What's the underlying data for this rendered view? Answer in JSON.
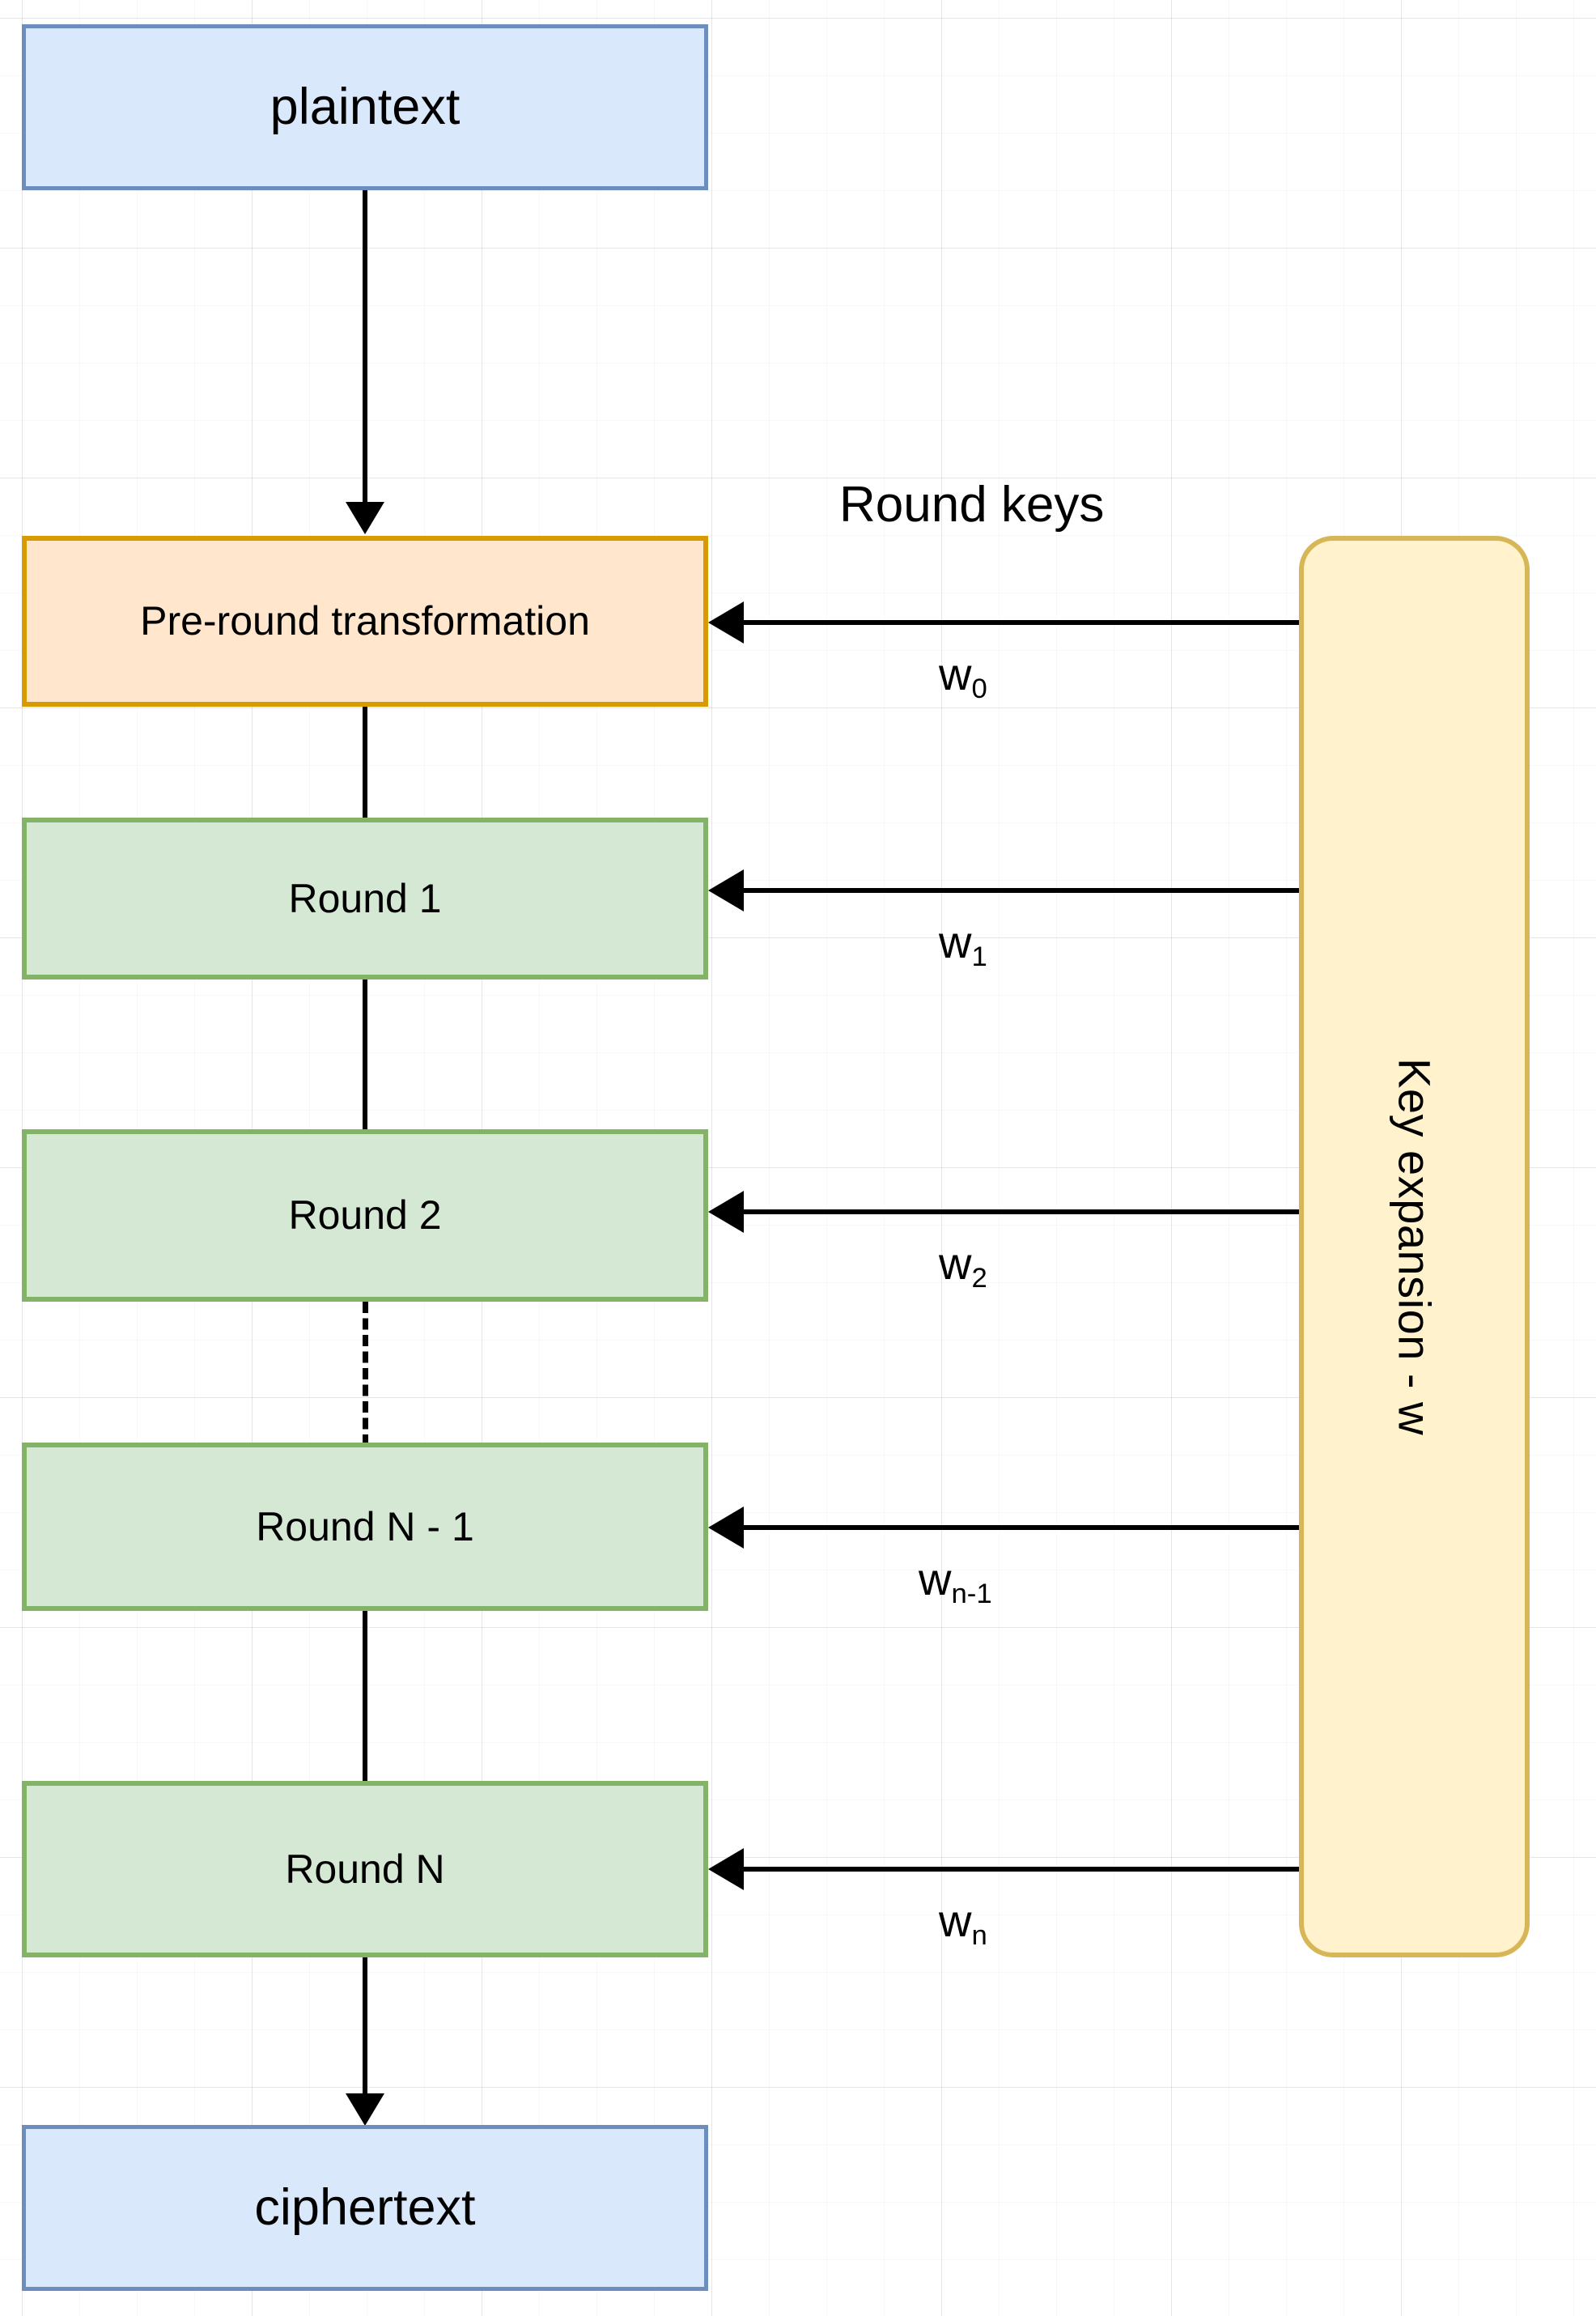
{
  "diagram": {
    "title": "AES block cipher encryption structure",
    "colors": {
      "plaintext_fill": "#dae8fc",
      "plaintext_stroke": "#6c8ebf",
      "preround_fill": "#ffe6cc",
      "preround_stroke": "#d79b00",
      "round_fill": "#d5e8d4",
      "round_stroke": "#82b366",
      "keyexpansion_fill": "#fff2cc",
      "keyexpansion_stroke": "#d6b656",
      "connector": "#000000",
      "grid": "#e6e6e6",
      "background": "#ffffff"
    },
    "nodes": {
      "plaintext": "plaintext",
      "pre_round": "Pre-round transformation",
      "round_1": "Round 1",
      "round_2": "Round 2",
      "round_n_minus_1": "Round N - 1",
      "round_n": "Round N",
      "ciphertext": "ciphertext",
      "key_expansion": "Key expansion - w"
    },
    "labels": {
      "round_keys": "Round keys",
      "w0_base": "w",
      "w0_sub": "0",
      "w1_base": "w",
      "w1_sub": "1",
      "w2_base": "w",
      "w2_sub": "2",
      "wn1_base": "w",
      "wn1_sub": "n-1",
      "wn_base": "w",
      "wn_sub": "n"
    }
  }
}
